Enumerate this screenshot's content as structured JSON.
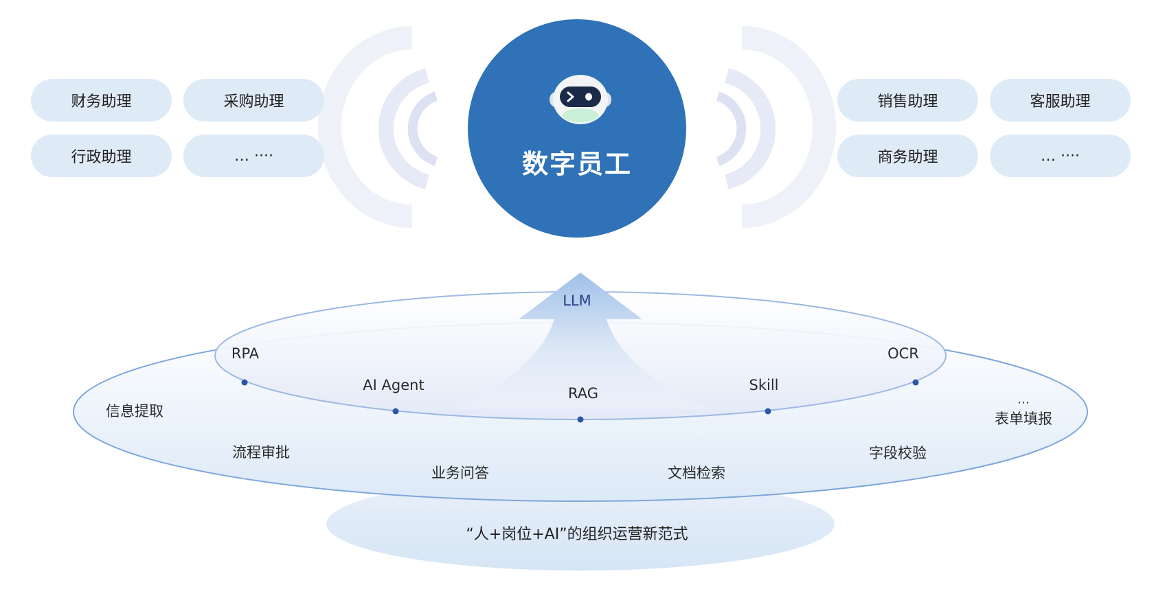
{
  "left_assistants": [
    "财务助理",
    "采购助理",
    "行政助理",
    "… ····"
  ],
  "right_assistants": [
    "销售助理",
    "客服助理",
    "商务助理",
    "… ····"
  ],
  "center": {
    "title": "数字员工"
  },
  "arrow_label": "LLM",
  "inner_ring": {
    "technologies": [
      "RPA",
      "AI Agent",
      "RAG",
      "Skill",
      "OCR"
    ]
  },
  "outer_ring": {
    "scenarios": [
      "信息提取",
      "流程审批",
      "业务问答",
      "文档检索",
      "字段校验",
      "表单填报"
    ],
    "ellipsis": "…"
  },
  "base": {
    "title": "“人+岗位+AI”的组织运营新范式"
  },
  "colors": {
    "primary": "#2f72b7",
    "pill_bg": "#dfeaf7",
    "ring_stroke": "#7ea6dc",
    "dot": "#2b55a8"
  }
}
